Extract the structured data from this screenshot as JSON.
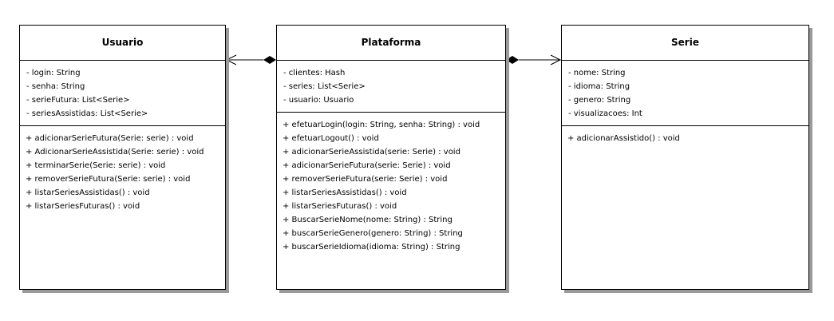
{
  "classes": {
    "usuario": {
      "name": "Usuario",
      "attributes": [
        "- login: String",
        "- senha: String",
        "- serieFutura: List<Serie>",
        "- seriesAssistidas: List<Serie>"
      ],
      "operations": [
        "+ adicionarSerieFutura(Serie: serie) : void",
        "+ AdicionarSerieAssistida(Serie: serie) : void",
        "+ terminarSerie(Serie: serie) : void",
        "+ removerSerieFutura(Serie: serie) : void",
        "+ listarSeriesAssistidas() : void",
        "+ listarSeriesFuturas() : void"
      ]
    },
    "plataforma": {
      "name": "Plataforma",
      "attributes": [
        "- clientes: Hash",
        "- series: List<Serie>",
        "- usuario: Usuario"
      ],
      "operations": [
        "+ efetuarLogin(login: String, senha: String) : void",
        "+ efetuarLogout() : void",
        "+ adicionarSerieAssistida(serie: Serie) : void",
        "+ adicionarSerieFutura(serie: Serie) : void",
        "+ removerSerieFutura(serie: Serie) : void",
        "+ listarSeriesAssistidas() : void",
        "+ listarSeriesFuturas() : void",
        "+ BuscarSerieNome(nome: String) : String",
        "+ buscarSerieGenero(genero: String) : String",
        "+ buscarSerieIdioma(idioma: String) : String"
      ]
    },
    "serie": {
      "name": "Serie",
      "attributes": [
        "- nome: String",
        "- idioma: String",
        "- genero: String",
        "- visualizacoes: Int"
      ],
      "operations": [
        "+ adicionarAssistido() : void"
      ]
    }
  }
}
